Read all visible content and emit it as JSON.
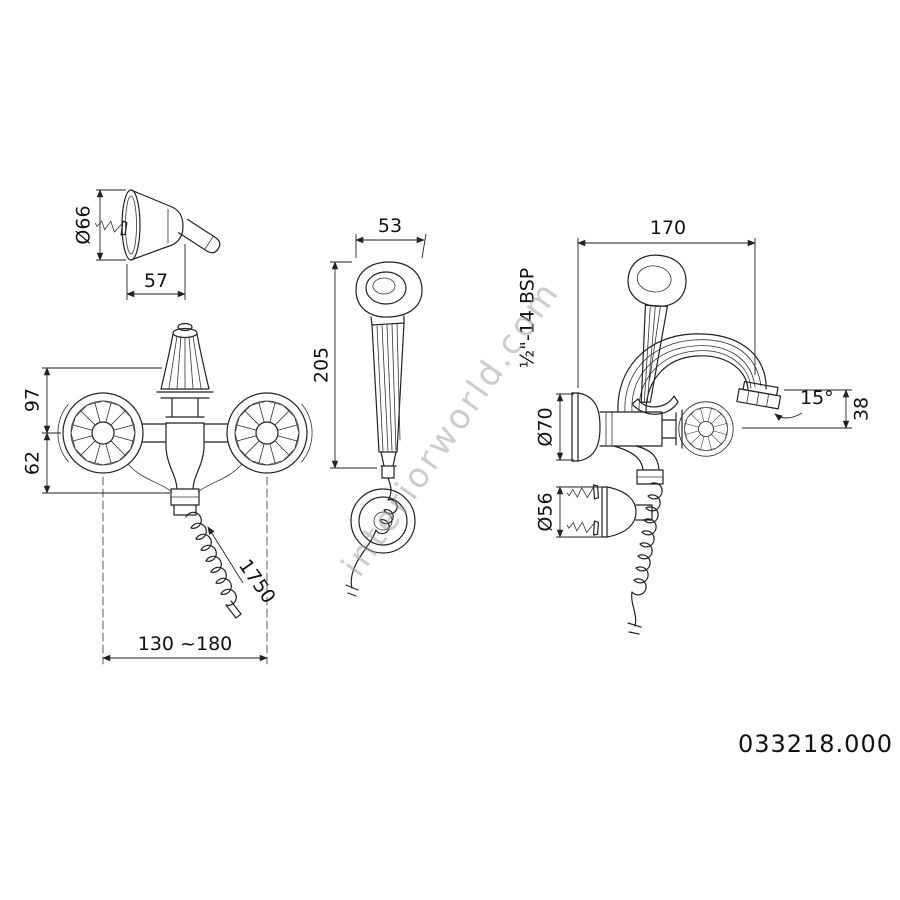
{
  "product_code": "033218.000",
  "watermark": "interiorworld.com",
  "views": {
    "wall_holder": {
      "diameter": "Ø66",
      "width": "57"
    },
    "mixer_front": {
      "upper_height": "97",
      "lower_height": "62",
      "centers_distance": "130 ~180",
      "hose_length": "1750"
    },
    "hand_shower": {
      "head_width": "53",
      "length": "205"
    },
    "mixer_side": {
      "spout_reach": "170",
      "connection_thread": "½\"-14 BSP",
      "escutcheon_diameter": "Ø70",
      "bracket_diameter": "Ø56",
      "spout_angle": "15°",
      "outlet_drop": "38"
    }
  }
}
